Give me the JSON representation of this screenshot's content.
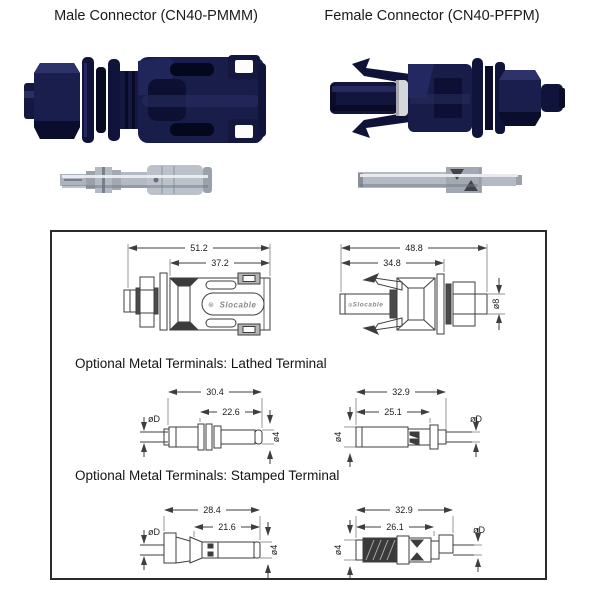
{
  "header": {
    "male_label": "Male Connector (CN40-PMMM)",
    "female_label": "Female Connector (CN40-PFPM)"
  },
  "brand": {
    "name": "Slocable",
    "glyph": "⊛"
  },
  "drawings": {
    "male": {
      "dim_overall": "51.2",
      "dim_body": "37.2"
    },
    "female": {
      "dim_overall": "48.8",
      "dim_body": "34.8",
      "dim_dia": "ø8"
    },
    "lathed": {
      "title": "Optional Metal Terminals: Lathed Terminal",
      "male": {
        "dim_overall": "30.4",
        "dim_pin": "22.6",
        "dim_cable": "øD",
        "dim_tip": "ø4"
      },
      "female": {
        "dim_overall": "32.9",
        "dim_socket": "25.1",
        "dim_cable": "øD",
        "dim_tip": "ø4"
      }
    },
    "stamped": {
      "title": "Optional Metal Terminals: Stamped Terminal",
      "male": {
        "dim_overall": "28.4",
        "dim_pin": "21.6",
        "dim_cable": "øD",
        "dim_tip": "ø4"
      },
      "female": {
        "dim_overall": "32.9",
        "dim_socket": "26.1",
        "dim_cable": "øD",
        "dim_tip": "ø4"
      }
    }
  },
  "colors": {
    "body_navy": "#191d4a",
    "metal": "#b4bac3",
    "line": "#3e3e3e"
  }
}
